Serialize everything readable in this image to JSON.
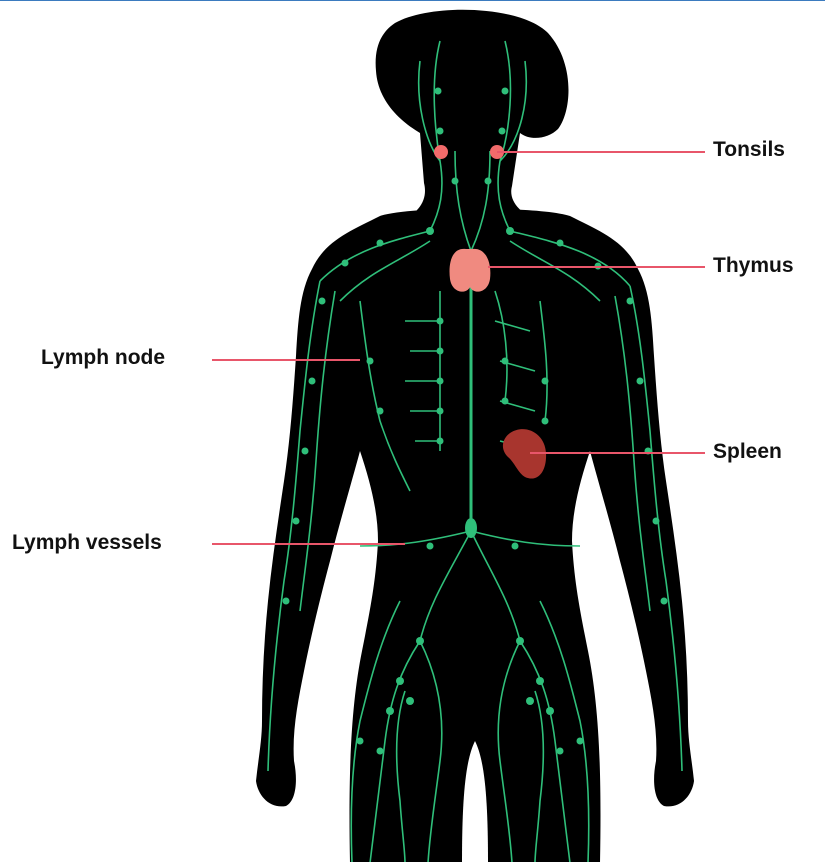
{
  "labels": {
    "tonsils": "Tonsils",
    "thymus": "Thymus",
    "lymph_node": "Lymph node",
    "spleen": "Spleen",
    "lymph_vessels": "Lymph vessels"
  },
  "colors": {
    "body": "#000000",
    "lymph": "#2fbf7a",
    "tonsils": "#f26b6b",
    "thymus": "#f08a80",
    "spleen": "#a8352e",
    "leader_line": "#e8566a",
    "frame_top": "#3b7bbf"
  }
}
